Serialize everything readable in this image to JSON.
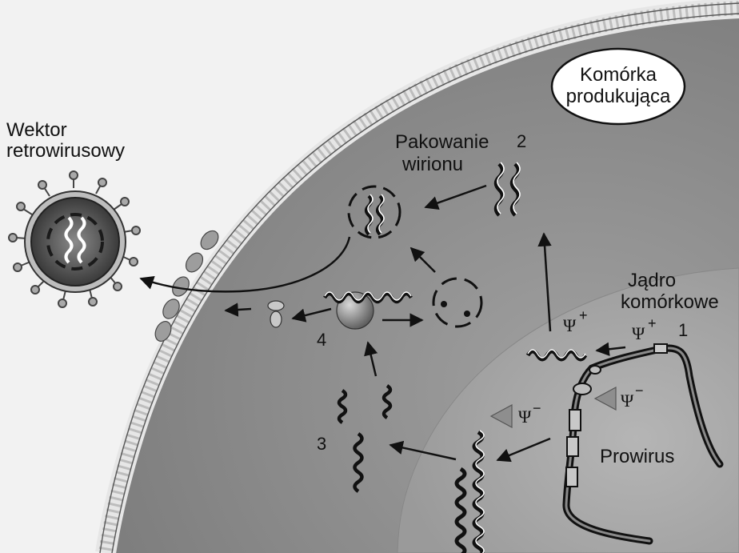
{
  "labels": {
    "producer_cell": [
      "Komórka",
      "produkująca"
    ],
    "vector": [
      "Wektor",
      "retrowirusowy"
    ],
    "packaging": [
      "Pakowanie",
      "wirionu"
    ],
    "nucleus": [
      "Jądro",
      "komórkowe"
    ],
    "provirus": "Prowirus"
  },
  "steps": {
    "s1": "1",
    "s2": "2",
    "s3": "3",
    "s4": "4"
  },
  "symbols": {
    "psi": "Ψ",
    "plus": "+",
    "minus": "−"
  },
  "colors": {
    "background": "#f2f2f2",
    "cytoplasm": "#8f8f8f",
    "nucleus": "#a9a9a9",
    "membrane": "#c9c9c9",
    "ink": "#111111"
  },
  "icons": [
    "virion-icon",
    "rna-strand-icon",
    "ribosome-icon",
    "protein-icon",
    "promoter-triangle-icon"
  ]
}
